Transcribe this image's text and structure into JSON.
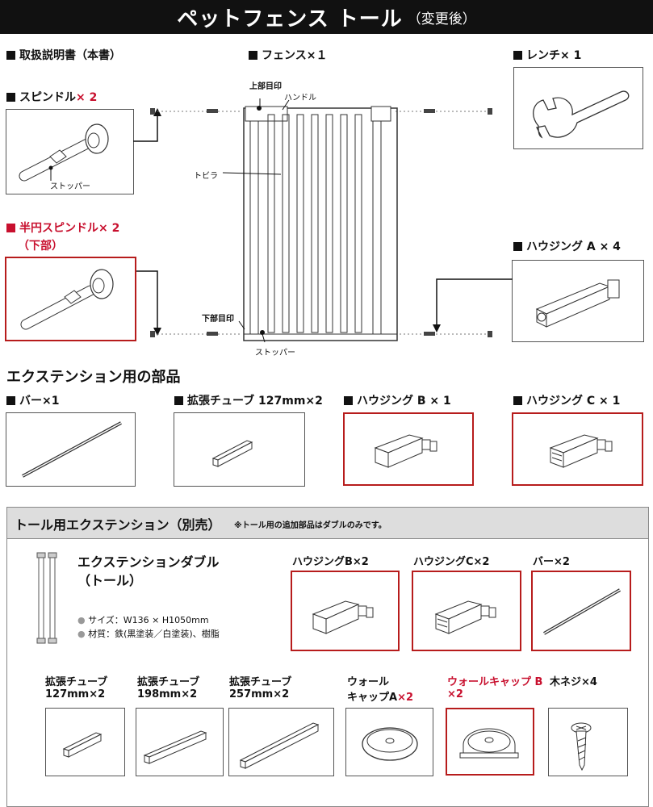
{
  "title": {
    "main": "ペットフェンス トール",
    "sub": "（変更後）"
  },
  "top_labels": {
    "manual": "取扱説明書（本書）",
    "fence": "フェンス×１",
    "wrench": "レンチ× 1",
    "spindle": "スピンドル",
    "spindle_qty": "× 2",
    "half_spindle": "半円スピンドル× 2",
    "half_spindle_sub": "（下部）",
    "housing_a": "ハウジング A × 4"
  },
  "callouts": {
    "stopper_spindle": "ストッパー",
    "top_mark": "上部目印",
    "handle": "ハンドル",
    "door": "トビラ",
    "bottom_mark": "下部目印",
    "stopper_fence": "ストッパー"
  },
  "extension_section": {
    "heading": "エクステンション用の部品",
    "items": [
      {
        "label": "バー×1",
        "red": false
      },
      {
        "label": "拡張チューブ 127mm×2",
        "red": false
      },
      {
        "label": "ハウジング B × 1",
        "red": true
      },
      {
        "label": "ハウジング C × 1",
        "red": true
      }
    ]
  },
  "tall_section": {
    "heading": "トール用エクステンション（別売）",
    "note": "※トール用の追加部品はダブルのみです。",
    "product_name_1": "エクステンションダブル",
    "product_name_2": "（トール）",
    "spec_size": "サイズ：W136 × H1050mm",
    "spec_material": "材質：鉄(黒塗装／白塗装)、樹脂",
    "row1": [
      {
        "label": "ハウジングB×2"
      },
      {
        "label": "ハウジングC×2"
      },
      {
        "label": "バー×2"
      }
    ],
    "row2": [
      {
        "line1": "拡張チューブ",
        "line2": "127mm×2",
        "line2_red": false
      },
      {
        "line1": "拡張チューブ",
        "line2": "198mm×2",
        "line2_red": false
      },
      {
        "line1": "拡張チューブ",
        "line2": "257mm×2",
        "line2_red": false
      },
      {
        "line1": "ウォール",
        "line2a": "キャップA",
        "line2b": "×2"
      },
      {
        "line1": "ウォールキャップ B",
        "line2": "×2",
        "line2_red": true
      },
      {
        "line1": "木ネジ×4",
        "line2": "",
        "line2_red": false
      }
    ]
  },
  "colors": {
    "accent_red": "#c8102e",
    "frame_red": "#b71c1c",
    "title_bg": "#111111"
  }
}
